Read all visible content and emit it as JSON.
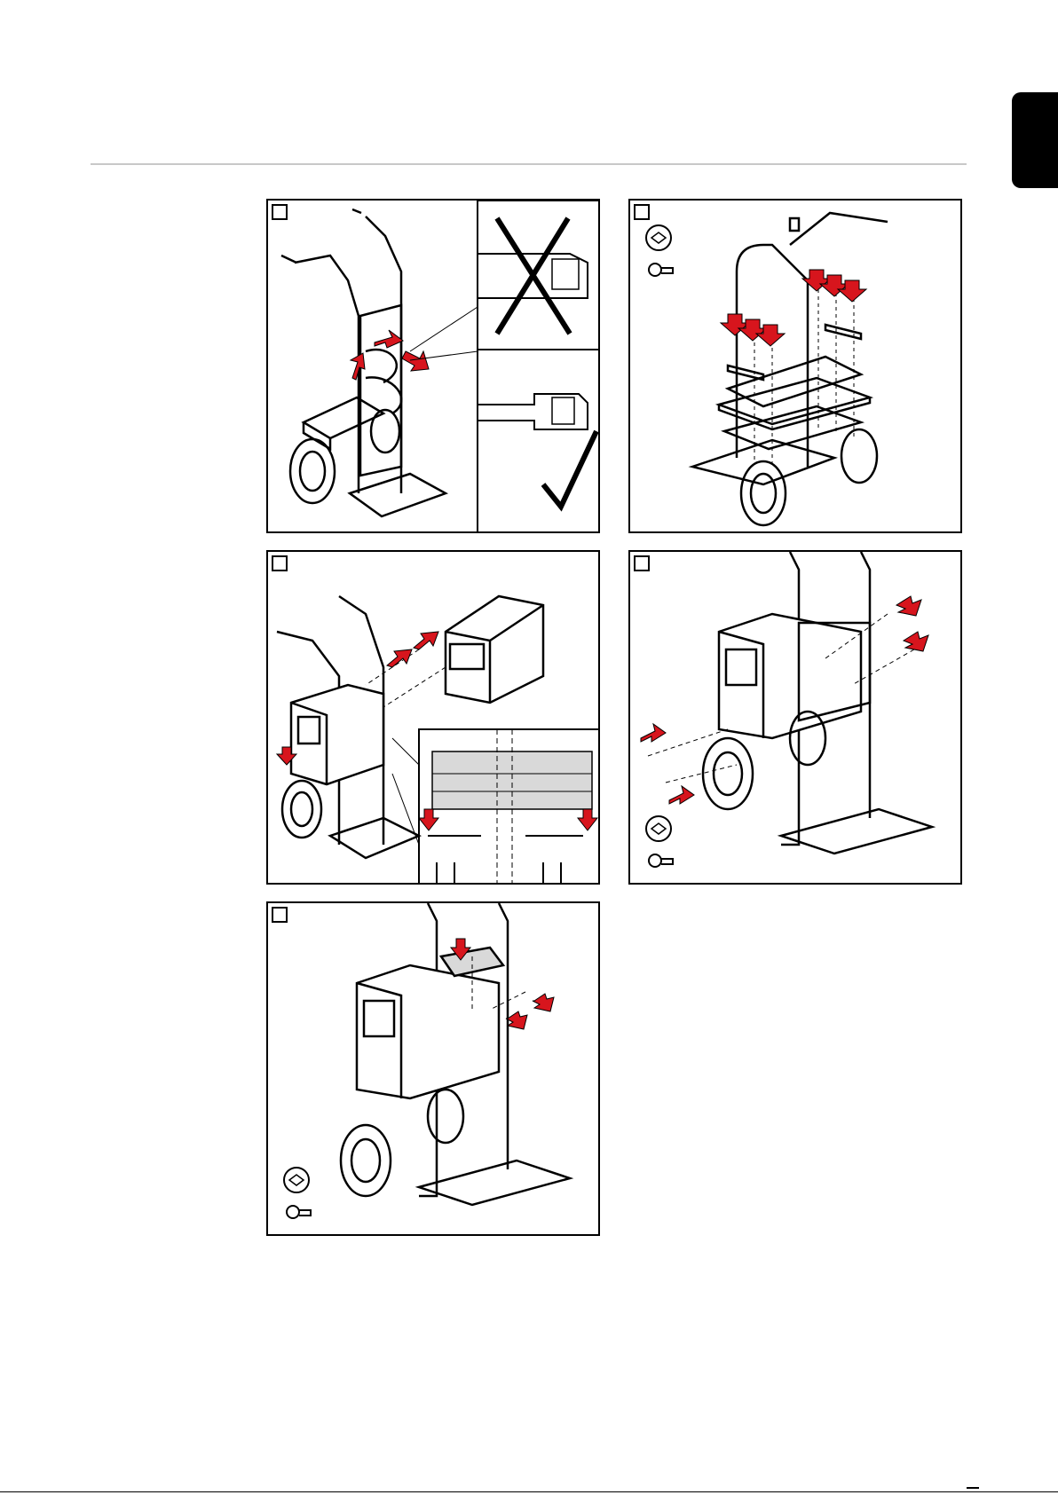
{
  "colors": {
    "accent": "#d7151d",
    "line": "#000000",
    "rule": "#c8c8c8",
    "fill_gray": "#d9d9d9"
  },
  "icons": {
    "language_tab": "black-tab",
    "torx_screw": "torx-screw-icon",
    "wrong": "x-mark-icon",
    "correct": "check-mark-icon",
    "arrow": "red-arrow-icon"
  },
  "steps": [
    {
      "number": "",
      "content": "fastening-strap-to-trolley"
    },
    {
      "number": "",
      "content": "screw-bracket-plates"
    },
    {
      "number": "",
      "content": "place-power-source"
    },
    {
      "number": "",
      "content": "screw-power-source"
    },
    {
      "number": "",
      "content": "attach-cover-plate"
    }
  ]
}
